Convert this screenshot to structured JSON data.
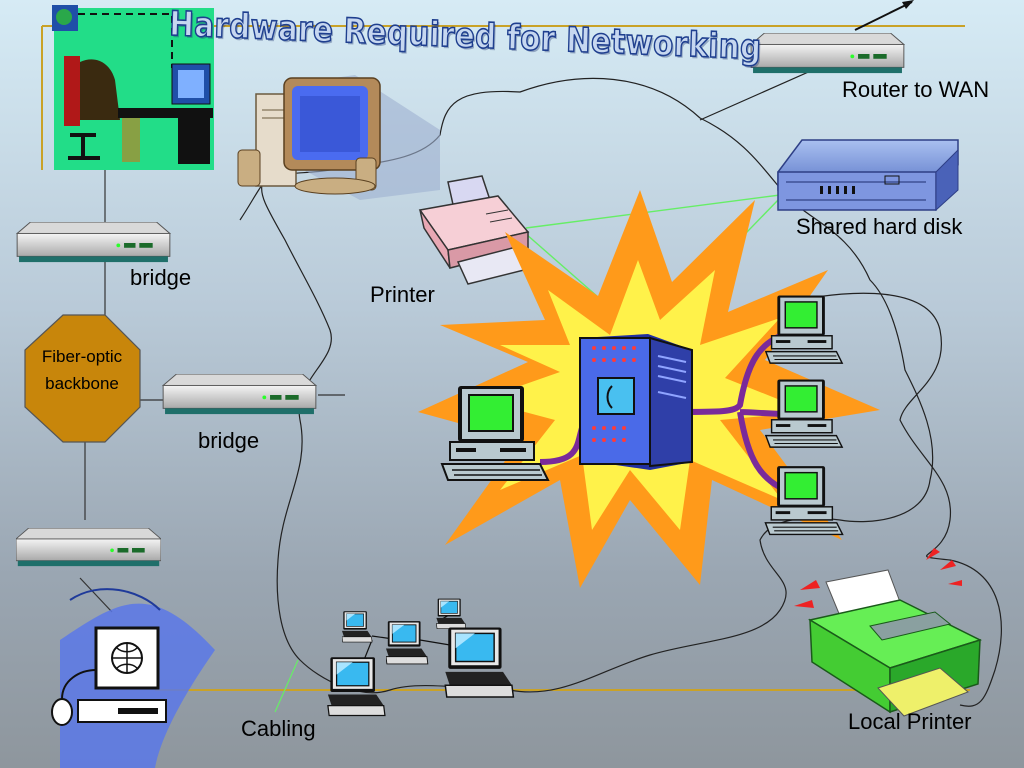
{
  "title": "Hardware Required for Networking",
  "labels": {
    "router": "Router to WAN",
    "shared_disk": "Shared hard disk",
    "printer": "Printer",
    "bridge_top": "bridge",
    "bridge_mid": "bridge",
    "fiber_line1": "Fiber-optic",
    "fiber_line2": "backbone",
    "cabling": "Cabling",
    "local_printer": "Local Printer"
  },
  "colors": {
    "title_fill": "#c6d7f0",
    "title_outline": "#1f3f8f",
    "octagon": "#c8860b",
    "gold_rule": "#c9a227",
    "monitor_screen": "#33ee33",
    "server": "#3a52c8",
    "cable": "#7a2a9a",
    "burst_outer": "#ff9a1a",
    "burst_inner": "#fff24a"
  }
}
